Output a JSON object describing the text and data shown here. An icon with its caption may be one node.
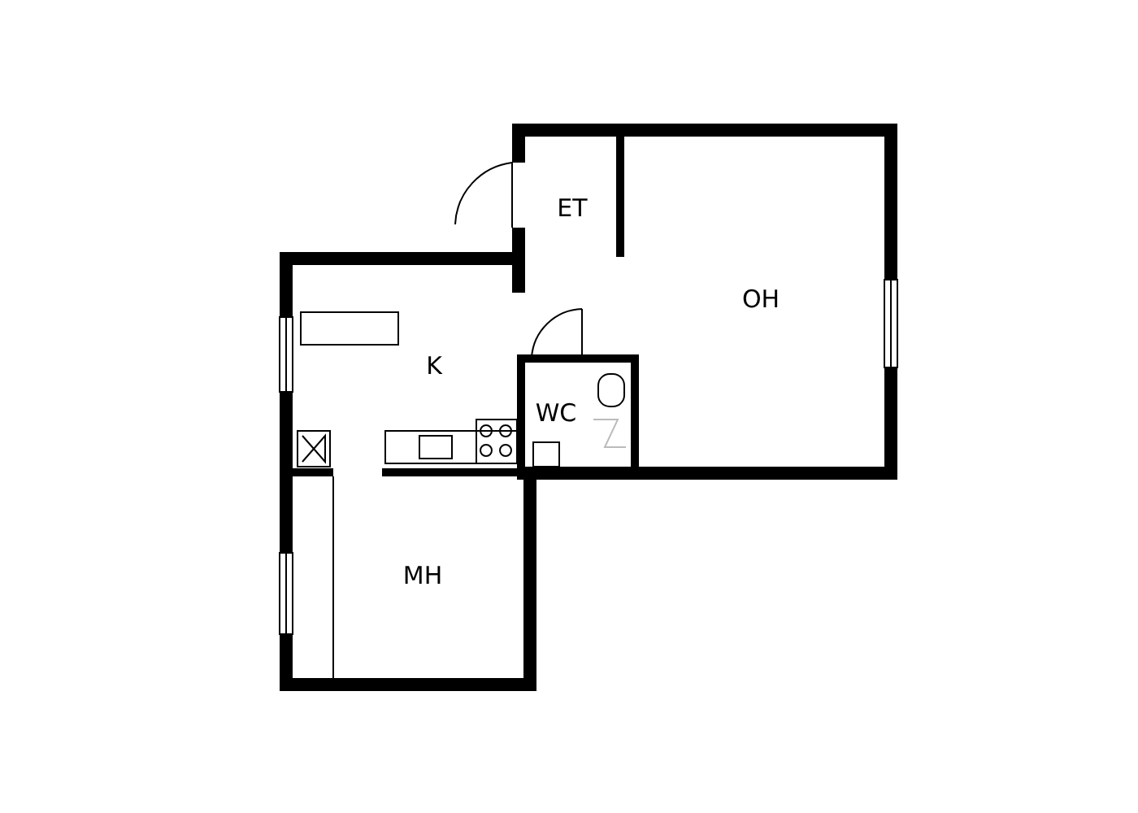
{
  "diagram": {
    "labels": [
      "ET",
      "OH",
      "K",
      "WC",
      "MH"
    ]
  }
}
